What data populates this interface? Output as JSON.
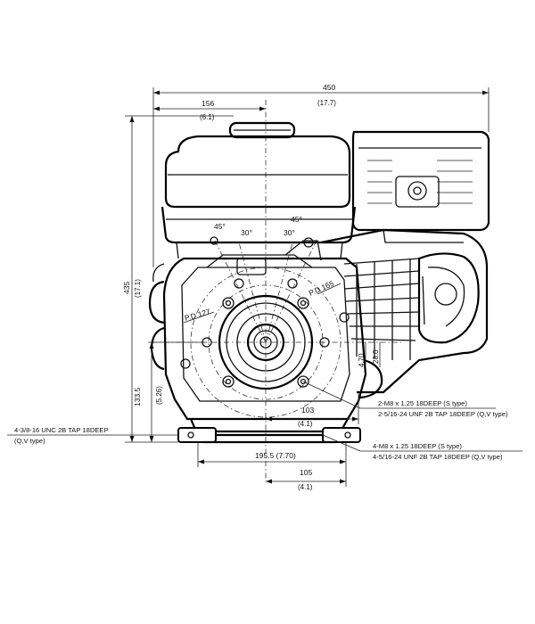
{
  "dimensions": {
    "overall_width": "450",
    "overall_width_in": "(17.7)",
    "left_offset": "156",
    "left_offset_in": "(6.1)",
    "height": "435",
    "height_in": "(17.1)",
    "shaft_height": "133.5",
    "shaft_height_in": "(5.26)",
    "mount_offset": "103",
    "mount_offset_in": "(4.1)",
    "base_width": "195.5 (7.70)",
    "bolt_spacing": "105",
    "bolt_spacing_in": "(4.1)",
    "small_offset_a": "4.70",
    "small_offset_b": "28.0",
    "pcd_left": "P.D 127",
    "pcd_right": "P.D 165"
  },
  "angles": {
    "a45_left": "45°",
    "a30_left": "30°",
    "a45_right": "45°",
    "a30_right": "30°"
  },
  "notes": {
    "right_upper_1": "2-M8 x 1.25 18DEEP (S type)",
    "right_upper_2": "2-5/16-24 UNF 2B TAP 18DEEP (Q,V type)",
    "left_1": "4-3/8-16 UNC 2B TAP 18DEEP",
    "left_2": "(Q,V type)",
    "right_lower_1": "4-M8 x 1.25 18DEEP (S type)",
    "right_lower_2": "4-5/16-24 UNF 2B TAP 18DEEP (Q,V type)"
  }
}
